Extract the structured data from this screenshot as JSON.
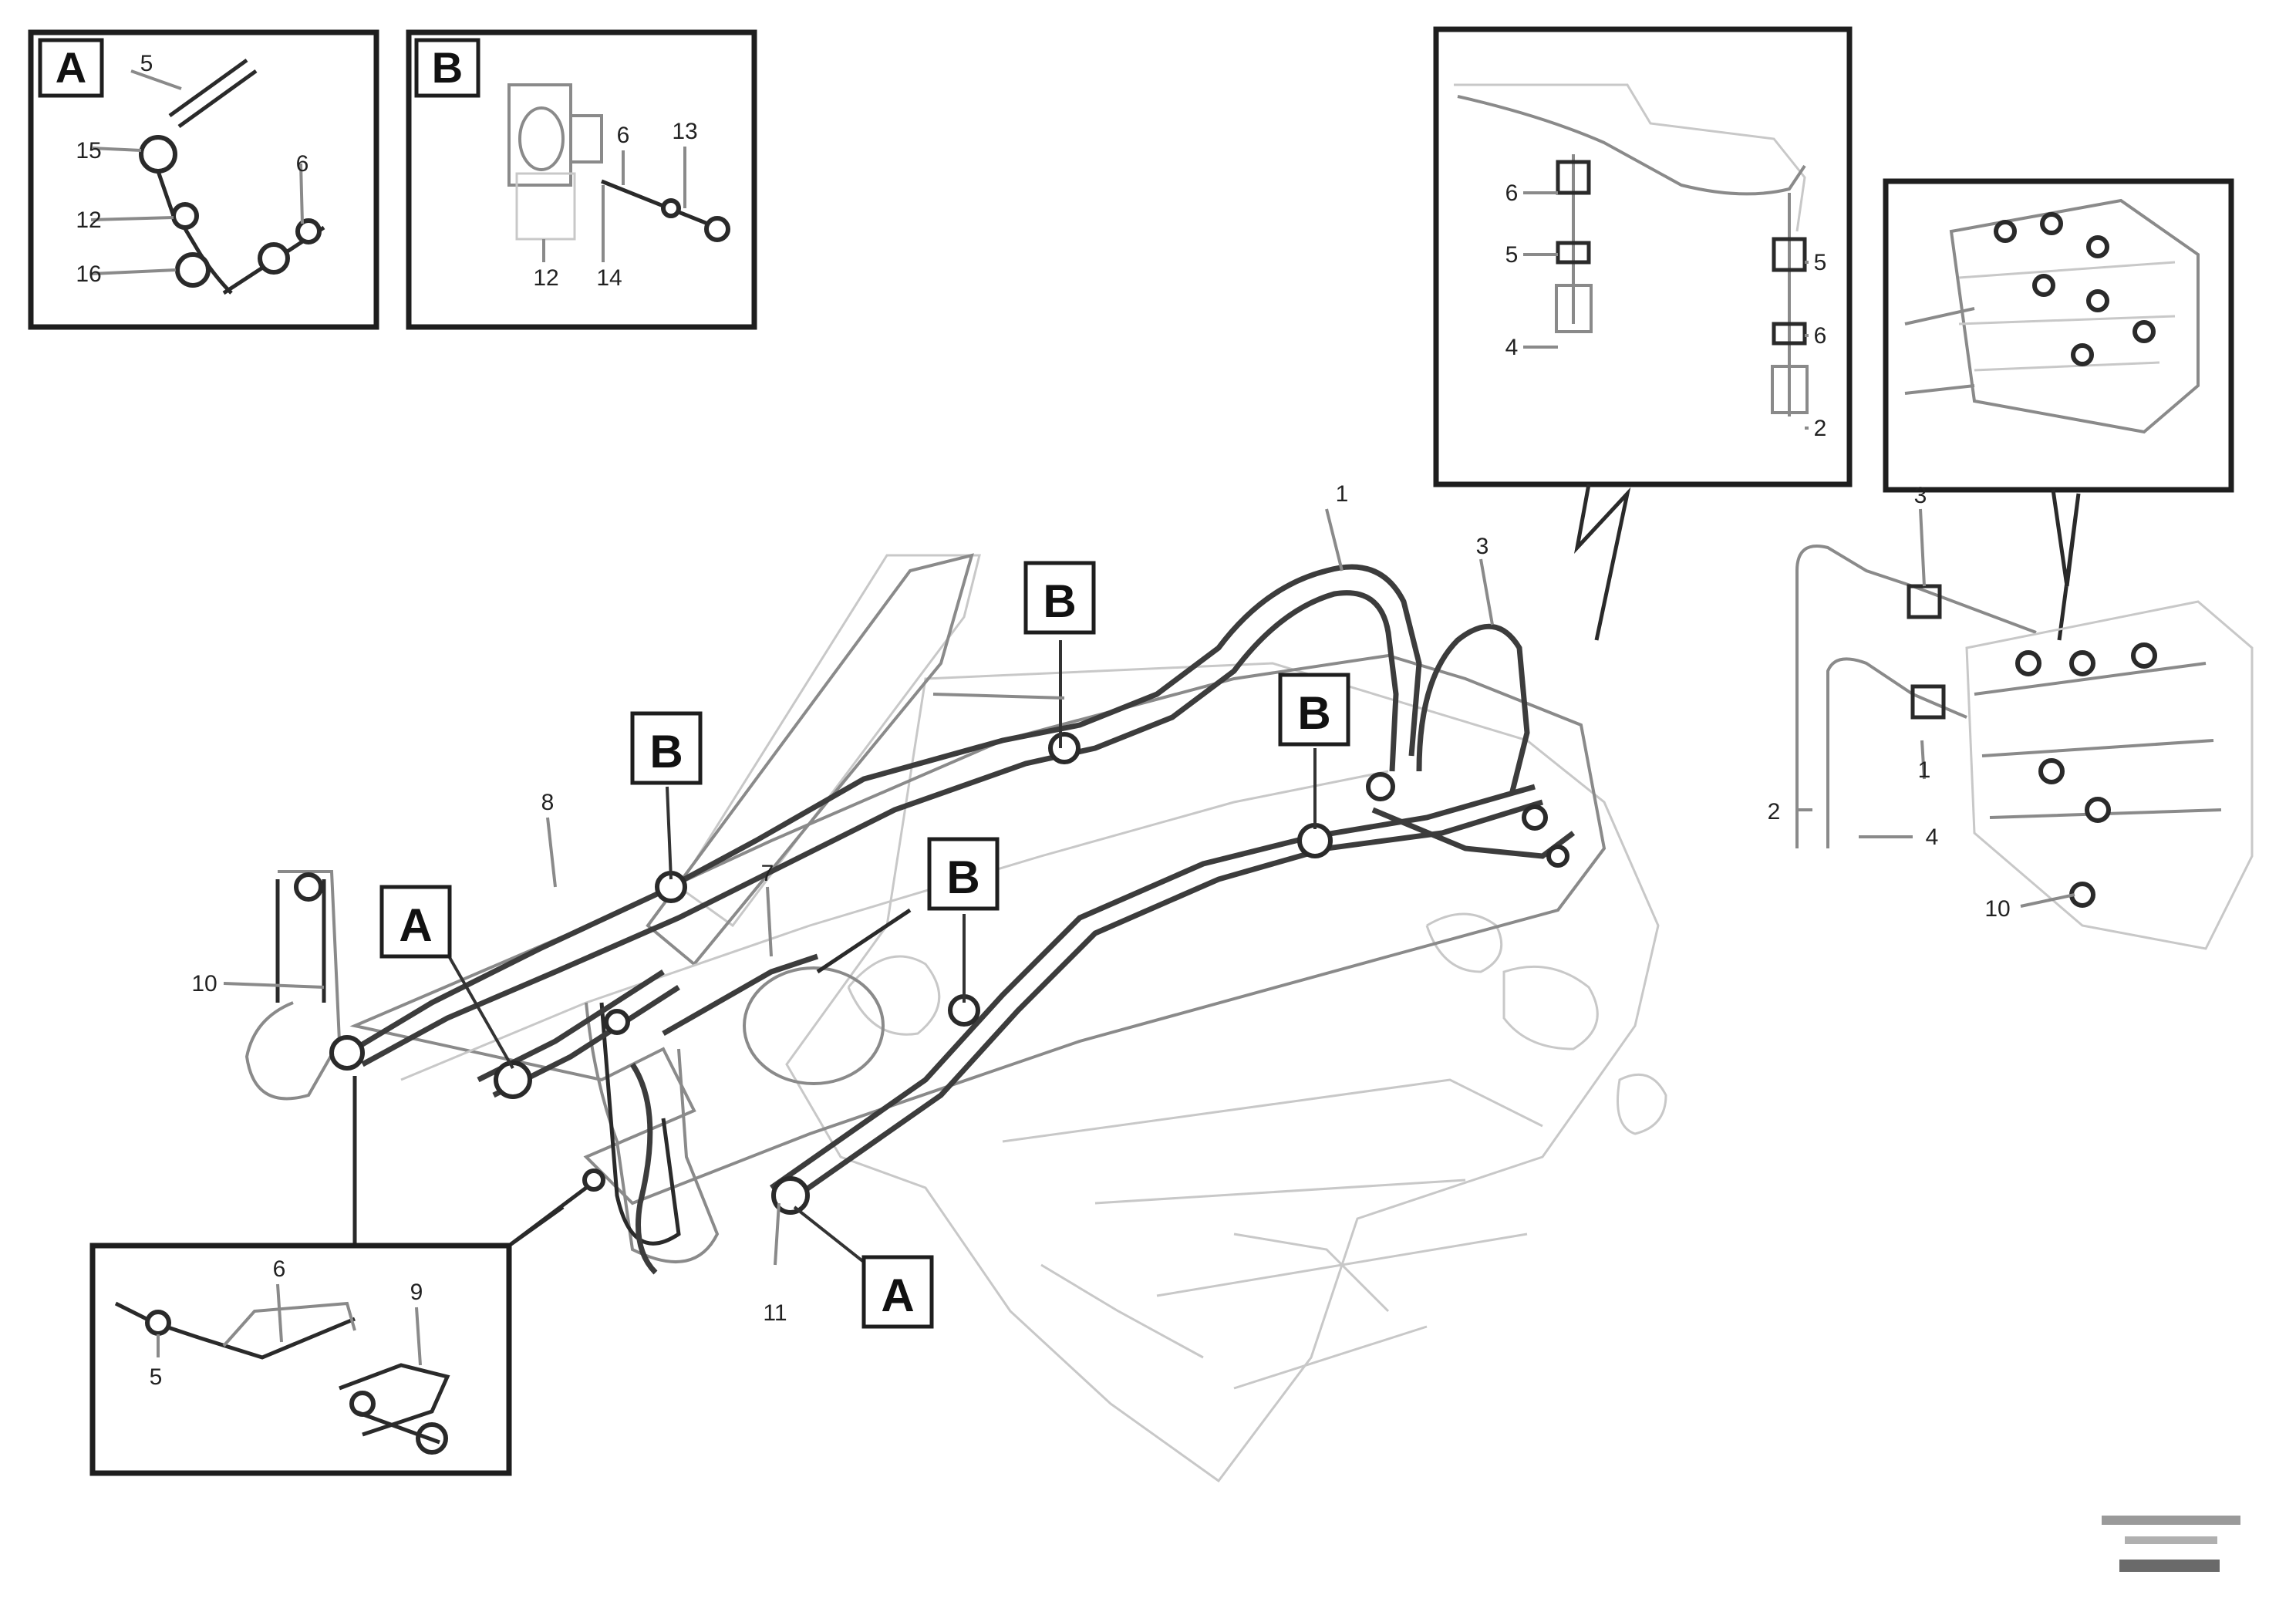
{
  "inset_tags": {
    "a": "A",
    "b": "B"
  },
  "callouts": {
    "a": "A",
    "b": "B"
  },
  "part_numbers": {
    "n1": "1",
    "n2": "2",
    "n3": "3",
    "n4": "4",
    "n5": "5",
    "n6": "6",
    "n7": "7",
    "n8": "8",
    "n9": "9",
    "n10": "10",
    "n11": "11",
    "n12": "12",
    "n13": "13",
    "n14": "14",
    "n15": "15",
    "n16": "16"
  },
  "colors": {
    "line_dark": "#2a2a2a",
    "line_faint": "#c8c8c8",
    "frame": "#1e1e1e",
    "background": "#ffffff"
  }
}
